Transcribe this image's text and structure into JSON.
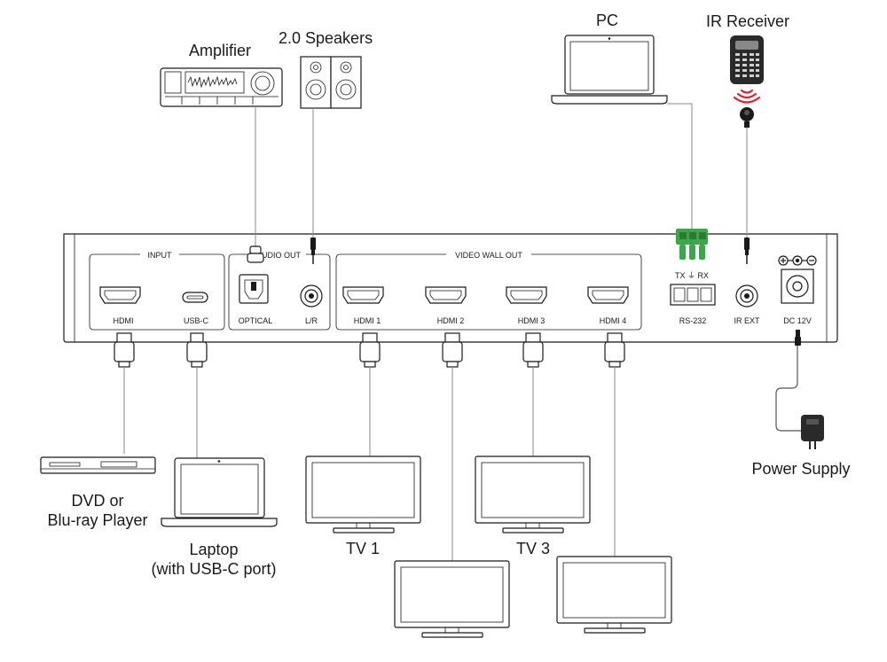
{
  "devices": {
    "amplifier": "Amplifier",
    "speakers": "2.0 Speakers",
    "pc": "PC",
    "ir_receiver": "IR Receiver",
    "dvd_line1": "DVD or",
    "dvd_line2": "Blu-ray Player",
    "laptop_line1": "Laptop",
    "laptop_line2": "(with USB-C port)",
    "tv1": "TV 1",
    "tv3": "TV 3",
    "power_supply": "Power Supply"
  },
  "panel": {
    "input_group": "INPUT",
    "audio_out_group": "AUDIO OUT",
    "video_wall_group": "VIDEO WALL OUT",
    "ports": {
      "hdmi_in": "HDMI",
      "usb_c": "USB-C",
      "optical": "OPTICAL",
      "lr": "L/R",
      "hdmi1": "HDMI 1",
      "hdmi2": "HDMI 2",
      "hdmi3": "HDMI 3",
      "hdmi4": "HDMI 4",
      "rs232": "RS-232",
      "ir_ext": "IR EXT",
      "dc": "DC 12V"
    },
    "rs232_pins": "TX  ⏚  RX"
  },
  "colors": {
    "terminal_block": "#3aa84a",
    "ir_signal": "#d9262b",
    "cable": "#8a8a8a"
  },
  "icons": [
    "hdmi-port-icon",
    "usb-c-port-icon",
    "optical-port-icon",
    "audio-jack-icon",
    "terminal-block-icon",
    "ir-signal-icon",
    "dc-polarity-icon",
    "hdmi-plug-icon",
    "remote-control-icon",
    "tv-icon",
    "laptop-icon",
    "power-adapter-icon"
  ]
}
